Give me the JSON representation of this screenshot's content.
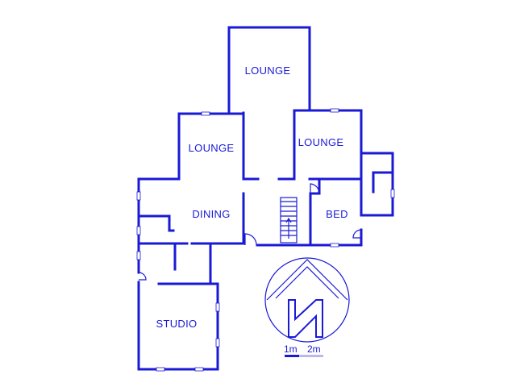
{
  "rooms": {
    "lounge_top": "LOUNGE",
    "lounge_left": "LOUNGE",
    "lounge_right": "LOUNGE",
    "dining": "DINING",
    "bed": "BED",
    "studio": "STUDIO"
  },
  "scale": {
    "label_1m": "1m",
    "label_2m": "2m"
  },
  "colors": {
    "ink": "#1a1ad6",
    "background": "#ffffff"
  },
  "compass": {
    "letter": "N"
  }
}
